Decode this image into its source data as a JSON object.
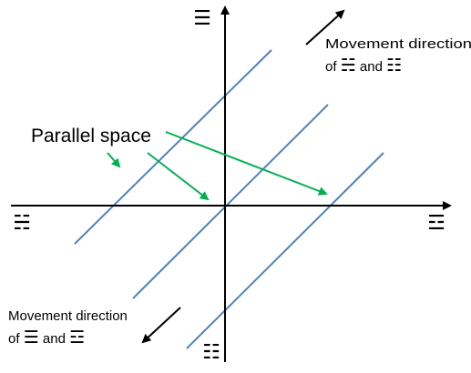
{
  "diagram": {
    "axis_top_symbol": "☰",
    "axis_left_symbol": "☵",
    "axis_right_symbol": "☲",
    "axis_bottom_symbol": "☷",
    "annotation_parallel": "Parallel space",
    "movement_top": {
      "line1": "Movement direction",
      "line2_prefix": "of",
      "symbol_a": "☵",
      "conjunction": "and",
      "symbol_b": "☷"
    },
    "movement_bottom": {
      "line1": "Movement direction",
      "line2_prefix": "of",
      "symbol_a": "☰",
      "conjunction": "and",
      "symbol_b": "☲"
    },
    "colors": {
      "axis": "#000000",
      "parallel_lines": "#4f81bd",
      "pointer_arrows": "#00b050"
    }
  }
}
